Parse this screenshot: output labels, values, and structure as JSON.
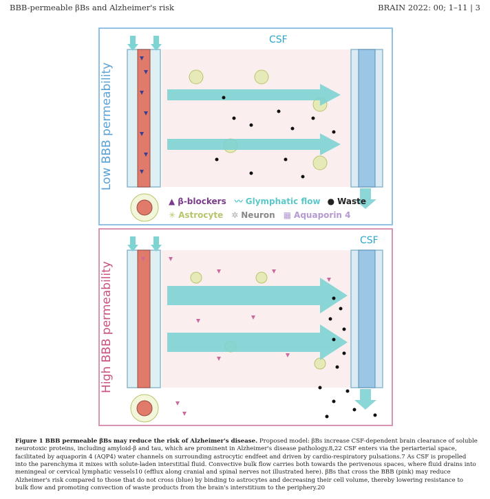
{
  "header": {
    "left": "BBB-permeable βBs and Alzheimer's risk",
    "right": "BRAIN 2022: 00; 1–11   |   3"
  },
  "panels": {
    "low": {
      "label": "Low BBB permeability",
      "csf": "CSF"
    },
    "high": {
      "label": "High BBB permeability",
      "csf": "CSF"
    }
  },
  "legend": {
    "beta_blockers": "β-blockers",
    "glymphatic_flow": "Glymphatic flow",
    "waste": "Waste",
    "astrocyte": "Astrocyte",
    "neuron": "Neuron",
    "aquaporin": "Aquaporin 4"
  },
  "colors": {
    "low_border": "#8fc0e6",
    "high_border": "#d892b4",
    "glymphatic": "#5cc7c9",
    "artery": "#e07a6a",
    "vein": "#9cc6e6",
    "astrocyte": "#e6e9b8",
    "beta_blocker_blue": "#3a3f8f",
    "beta_blocker_pink": "#c86a9a"
  },
  "caption": {
    "title": "Figure 1 BBB permeable βBs may reduce the risk of Alzheimer's disease.",
    "body": "Proposed model: βBs increase CSF-dependent brain clearance of soluble neurotoxic proteins, including amyloid-β and tau, which are prominent in Alzheimer's disease pathology.8,22 CSF enters via the periarterial space, facilitated by aquaporin 4 (AQP4) water channels on surrounding astrocytic endfeet and driven by cardio-respiratory pulsations.7 As CSF is propelled into the parenchyma it mixes with solute-laden interstitial fluid. Convective bulk flow carries both towards the perivenous spaces, where fluid drains into meningeal or cervical lymphatic vessels10 (efflux along cranial and spinal nerves not illustrated here). βBs that cross the BBB (pink) may reduce Alzheimer's risk compared to those that do not cross (blue) by binding to astrocytes and decreasing their cell volume, thereby lowering resistance to bulk flow and promoting convection of waste products from the brain's interstitium to the periphery.20"
  }
}
